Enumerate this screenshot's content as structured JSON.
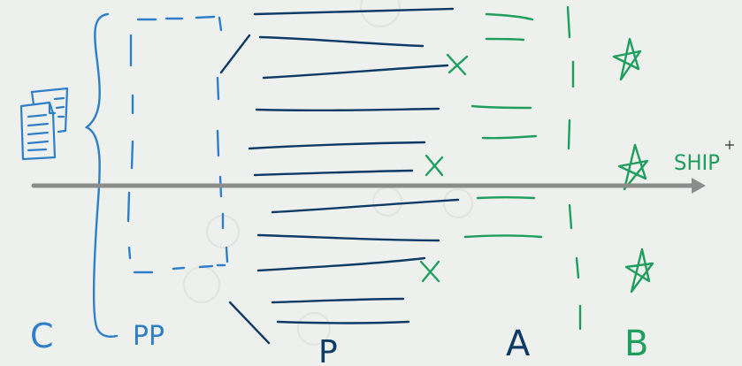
{
  "labels": {
    "c": "C",
    "pp": "PP",
    "p": "P",
    "a": "A",
    "b": "B",
    "ship": "SHIP"
  },
  "colors": {
    "background": "#eef0ee",
    "blue_light": "#2e7fc7",
    "blue_dark": "#0e3a66",
    "green": "#1f9e5e",
    "arrow_gray": "#8a8d8b",
    "ghost": "#e2e4e2"
  },
  "icons": {
    "documents": "documents-icon",
    "star": "star-icon",
    "cross": "x-mark-icon",
    "plus": "plus-icon"
  }
}
